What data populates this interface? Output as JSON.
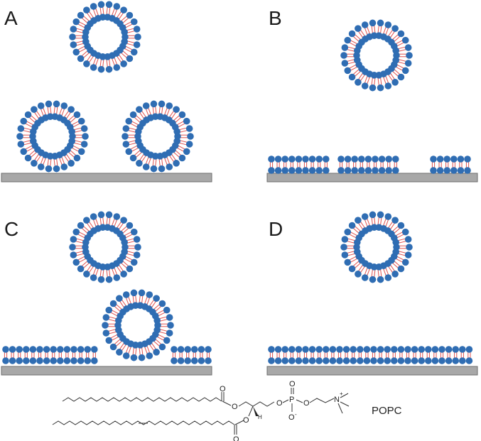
{
  "panels": [
    {
      "label": "A"
    },
    {
      "label": "B"
    },
    {
      "label": "C"
    },
    {
      "label": "D"
    }
  ],
  "molecule": {
    "name": "POPC",
    "atoms": {
      "O": "O",
      "P": "P",
      "N": "N",
      "H": "H",
      "plus": "+",
      "minus": "-"
    }
  },
  "colors": {
    "head": "#2f6db3",
    "tail": "#e0514f",
    "substrate": "#a8a8a8",
    "substrate_edge": "#6e6e6e"
  }
}
